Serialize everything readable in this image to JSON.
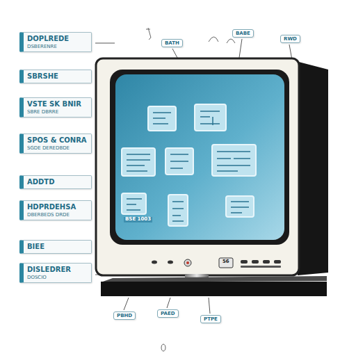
{
  "diagram": {
    "nodes": [
      {
        "text": [
          "DOPLREDE",
          "DSBERENRE"
        ]
      },
      {
        "text": [
          "SBRSHE"
        ]
      },
      {
        "text": [
          "VSTE SK BNIR",
          "SBRE DBRRE"
        ]
      },
      {
        "text": [
          "SPOS & CONRA",
          "SGDE DEREDBDE"
        ]
      },
      {
        "text": [
          "ADDTD"
        ]
      },
      {
        "text": [
          "HDPRDEHSA",
          "DBERBEDS DRDE"
        ]
      },
      {
        "text": [
          "BIEE"
        ]
      },
      {
        "text": [
          "DISLEDRER",
          "DOSCIO"
        ]
      },
      {
        "text": [
          "BATH"
        ]
      },
      {
        "text": [
          "BABE"
        ]
      },
      {
        "text": [
          "RWD"
        ]
      },
      {
        "text": [
          "PBHD"
        ]
      },
      {
        "text": [
          "PAED"
        ]
      },
      {
        "text": [
          "PTPE"
        ]
      }
    ],
    "labels": [
      "BSE 1003",
      "56"
    ]
  }
}
